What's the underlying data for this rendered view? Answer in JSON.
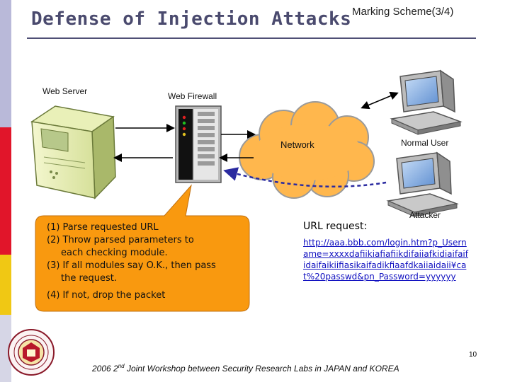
{
  "colors": {
    "sidebar": [
      "#b9b9d9",
      "#e1152a",
      "#f0c814",
      "#d6d6e6"
    ],
    "title": "#4a4a6e",
    "callout_fill": "#f9990f",
    "network_fill": "#ffb74d",
    "link_text": "#1010c0"
  },
  "header": {
    "title": "Defense of Injection Attacks",
    "marking": "Marking Scheme(3/4)"
  },
  "diagram": {
    "web_server_label": "Web Server",
    "web_firewall_label": "Web Firewall",
    "network_label": "Network",
    "normal_user_label": "Normal User",
    "attacker_label": "Attacker",
    "icons": [
      "server-icon",
      "firewall-icon",
      "cloud-icon",
      "computer-icon"
    ]
  },
  "callout": {
    "items": [
      "(1) Parse requested URL",
      "(2) Throw parsed parameters to",
      "each checking module.",
      "(3) If all modules say O.K., then pass",
      "the  request.",
      "(4) If not, drop the packet"
    ]
  },
  "url": {
    "label": "URL request:",
    "text": "http://aaa.bbb.com/login.htm?p_Username=xxxxdafiikiafiafiikdifaiiafkidiaifaifidaifaikiifiasikaifadikfiaafdkaiiaidaii¥cat%20passwd&pn_Password=yyyyyy"
  },
  "footer": {
    "pre": "2006 2",
    "sup": "nd",
    "post": " Joint Workshop between  Security Research Labs in JAPAN and KOREA",
    "page": "10"
  }
}
